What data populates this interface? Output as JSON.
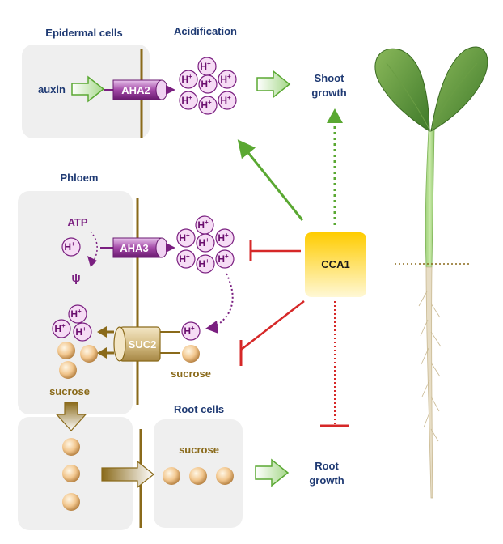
{
  "labels": {
    "epidermal_cells": "Epidermal cells",
    "acidification": "Acidification",
    "auxin": "auxin",
    "aha2": "AHA2",
    "shoot_growth_line1": "Shoot",
    "shoot_growth_line2": "growth",
    "phloem": "Phloem",
    "atp": "ATP",
    "psi": "ψ",
    "aha3": "AHA3",
    "cca1": "CCA1",
    "suc2": "SUC2",
    "sucrose_phloem": "sucrose",
    "sucrose_apoplast": "sucrose",
    "root_cells": "Root cells",
    "sucrose_root": "sucrose",
    "root_growth_line1": "Root",
    "root_growth_line2": "growth",
    "h": "H",
    "plus": "+"
  },
  "colors": {
    "purple": "#7a1f80",
    "purple_fill": "#f6dcf5",
    "brown": "#8a6a1a",
    "green": "#5aa832",
    "red": "#d62828",
    "navy": "#1f3a73",
    "cell_gray": "#efefef",
    "cca1_top": "#ffd11a",
    "cca1_bottom": "#fff6c7"
  }
}
